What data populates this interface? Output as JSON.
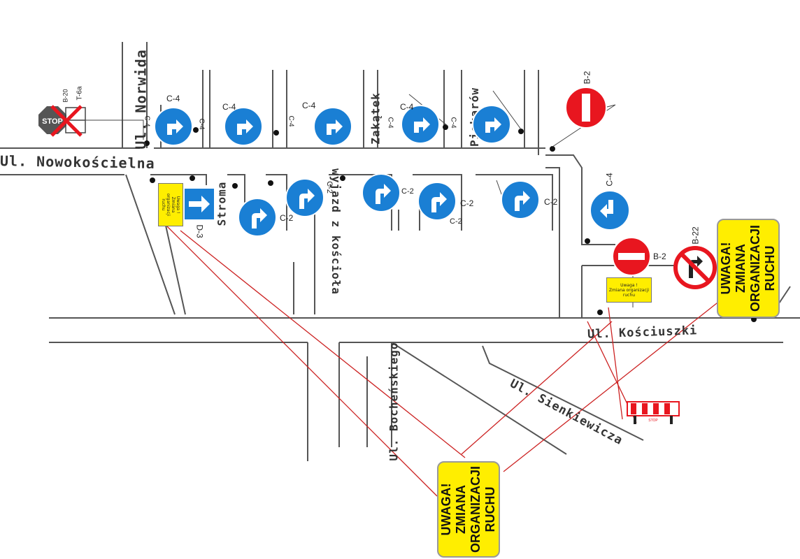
{
  "streets": {
    "nowokoscielna": "Ul. Nowokościelna",
    "norwida": "Ul. Norwida",
    "stroma": "Stroma",
    "zakatek": "Zakątek",
    "piekarow": "Piekarów",
    "wyjazd": "wyjazd z kościoła",
    "bochenskiego": "Ul. Bocheńskiego",
    "sienkiewicza": "Ul. Sienkiewicza",
    "kosciuszki": "Ul. Kościuszki"
  },
  "sign_codes": {
    "b20": "B-20",
    "t6a": "T-6a",
    "stop": "STOP",
    "c4": "C-4",
    "c2": "C-2",
    "d3": "D-3",
    "b2": "B-2",
    "b22": "B-22"
  },
  "warning_big": "UWAGA!\nZMIANA\nORGANIZACJI\nRUCHU",
  "warning_small": "Uwaga !\nZmiana organizacji\nruchu",
  "barrier_label": "STOP",
  "colors": {
    "blue": "#1a7fd4",
    "red": "#e8161f",
    "yellow": "#ffee00",
    "guide_line": "#cc2222",
    "street_line": "#555555"
  },
  "icons": {
    "c4": "arrow-turn-right-icon",
    "c2": "arrow-keep-right-icon",
    "c4_left": "arrow-turn-left-icon",
    "b2": "no-entry-icon",
    "b22": "no-right-turn-icon",
    "b20": "stop-sign-icon",
    "d3": "one-way-icon",
    "barrier": "road-barrier-icon"
  }
}
